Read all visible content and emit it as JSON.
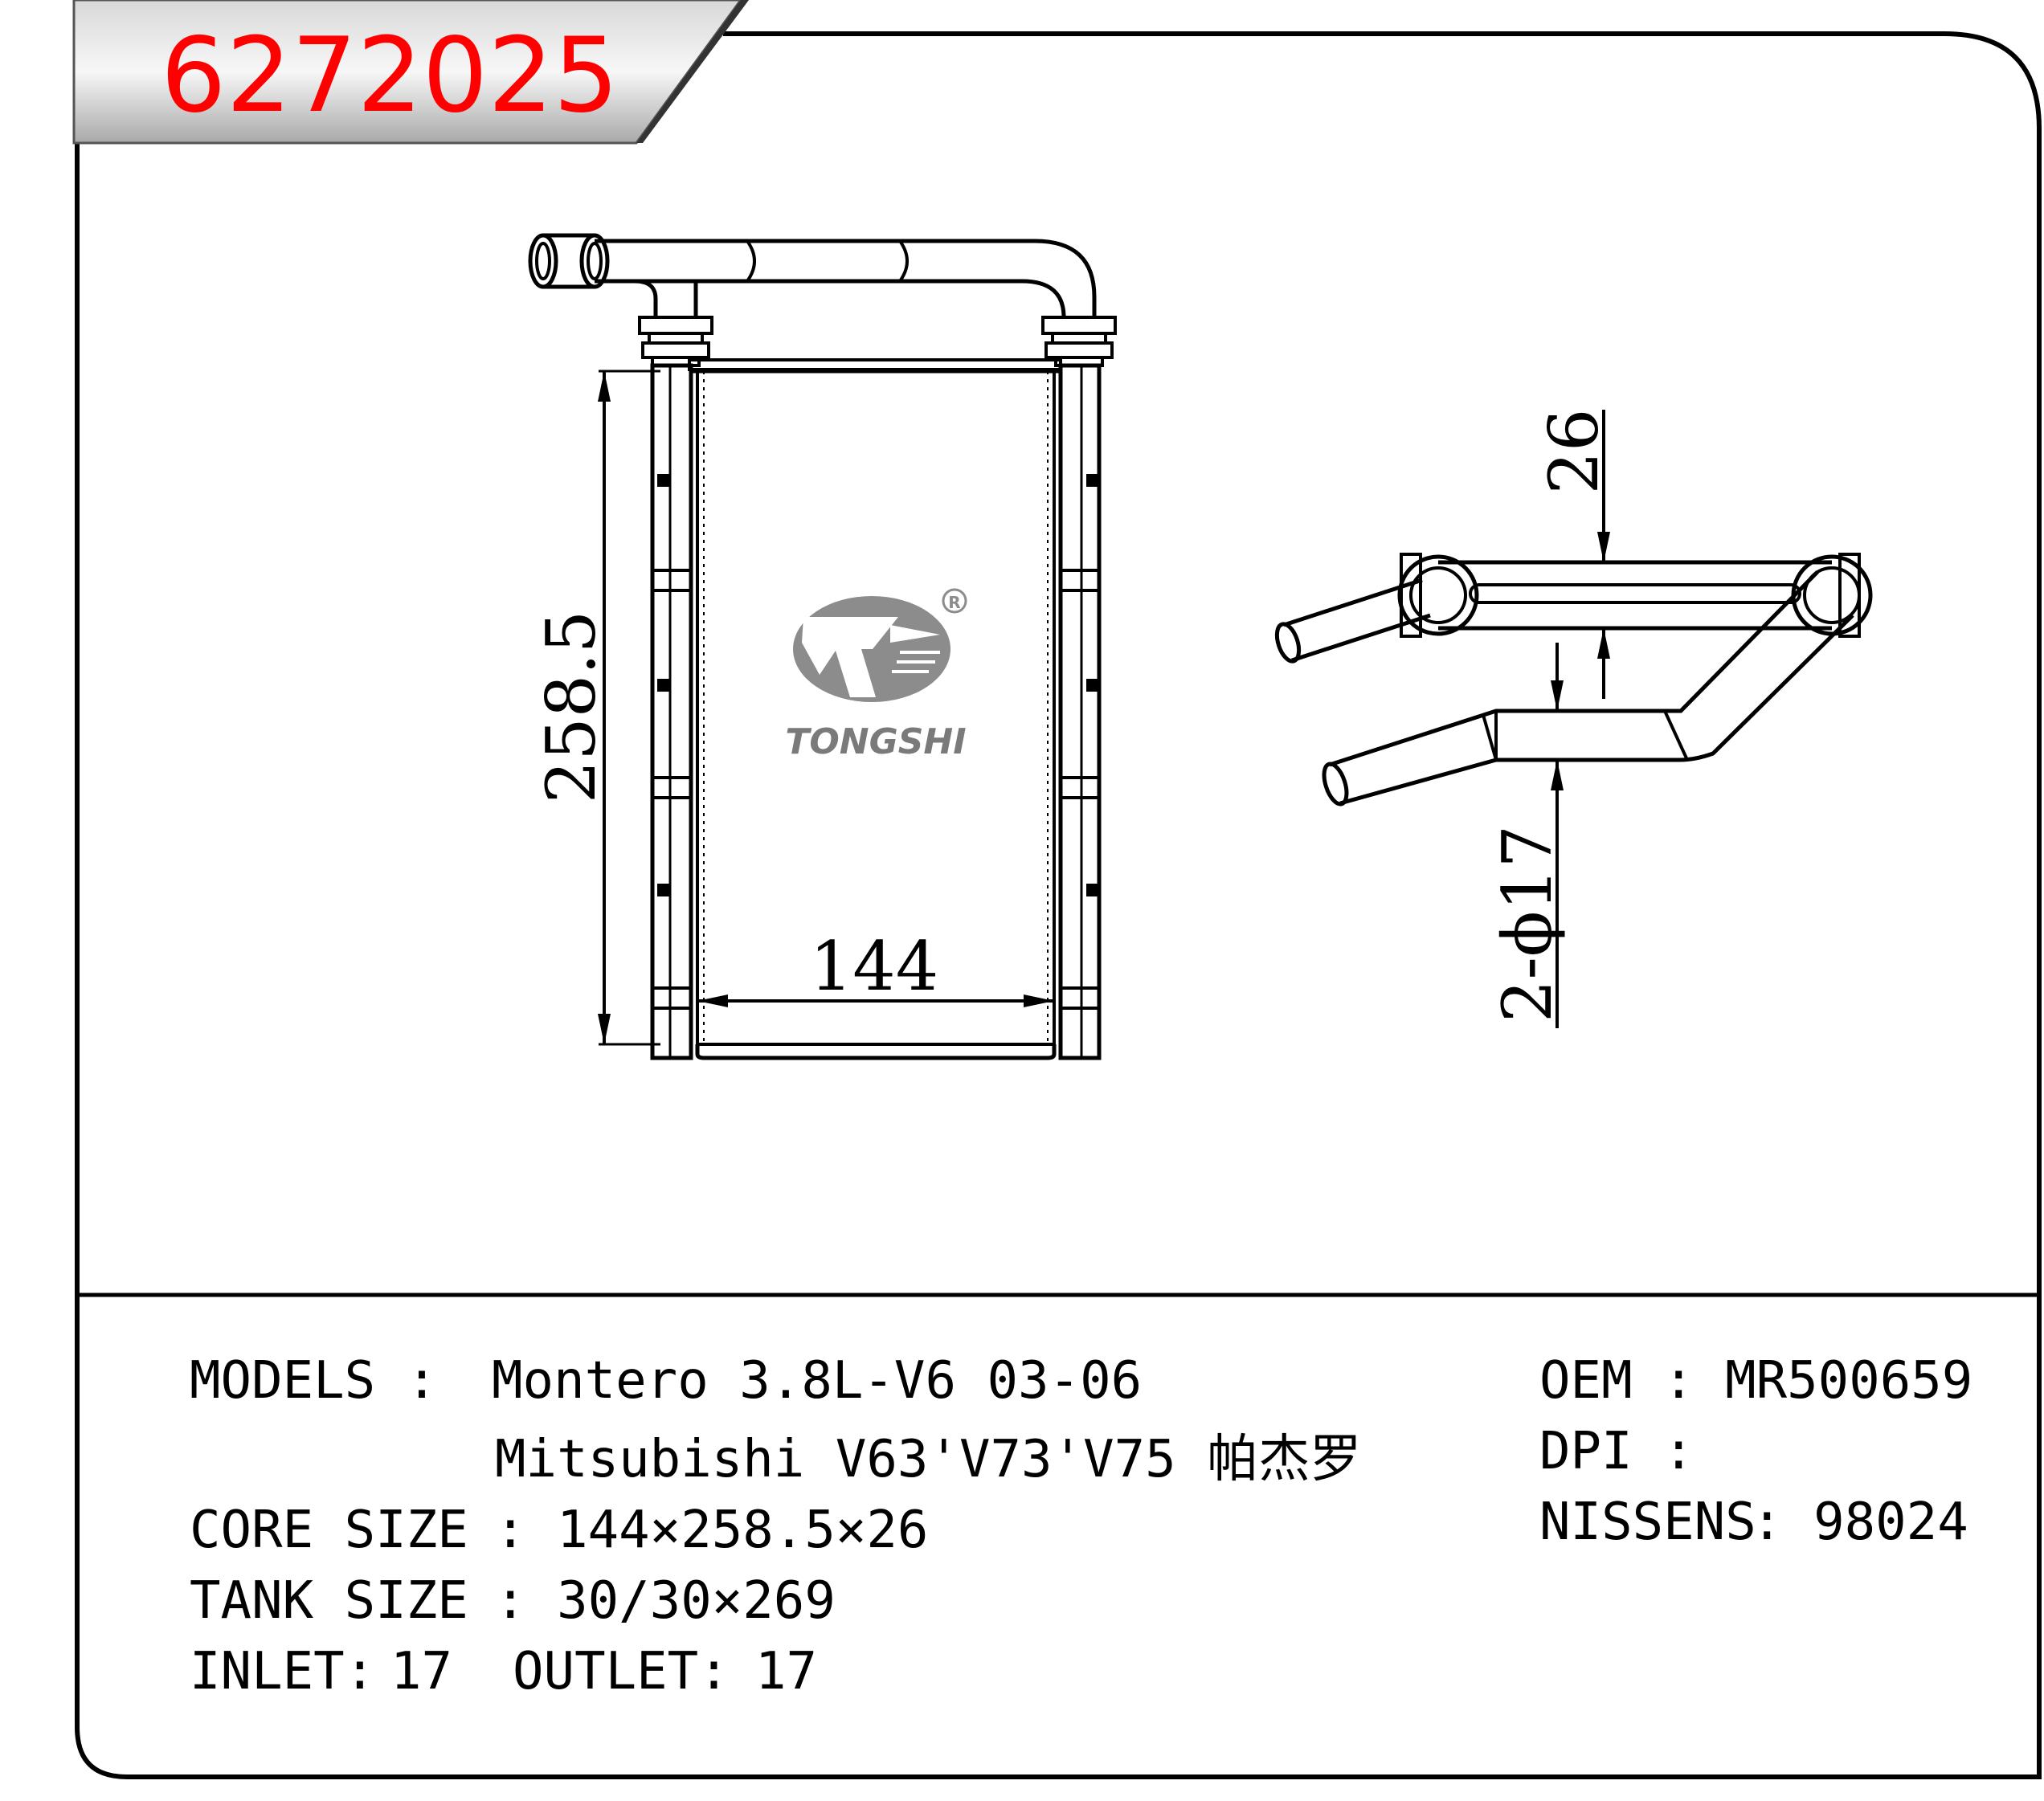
{
  "part_number": "6272025",
  "brand": {
    "name": "TONGSHI",
    "registered_mark": "R"
  },
  "dimensions": {
    "height": "258.5",
    "width": "144",
    "tank_depth": "26",
    "pipes": "2-ϕ17"
  },
  "specs": {
    "models_label": "MODELS :",
    "models_line1": "Montero 3.8L-V6 03-06",
    "models_line2": "Mitsubishi V63'V73'V75 帕杰罗",
    "core_size_label": "CORE SIZE",
    "core_size_value": ": 144×258.5×26",
    "tank_size_label": "TANK SIZE",
    "tank_size_value": ": 30/30×269",
    "inlet_label": "INLET:",
    "inlet_value": "17",
    "outlet_label": "OUTLET:",
    "outlet_value": "17",
    "oem_label": "OEM",
    "oem_value": ": MR500659",
    "dpi_label": "DPI",
    "dpi_value": ":",
    "nissens_label": "NISSENS",
    "nissens_value": ": 98024"
  },
  "colors": {
    "part_number": "#ff0000",
    "outline": "#000000",
    "logo": "#808080"
  }
}
